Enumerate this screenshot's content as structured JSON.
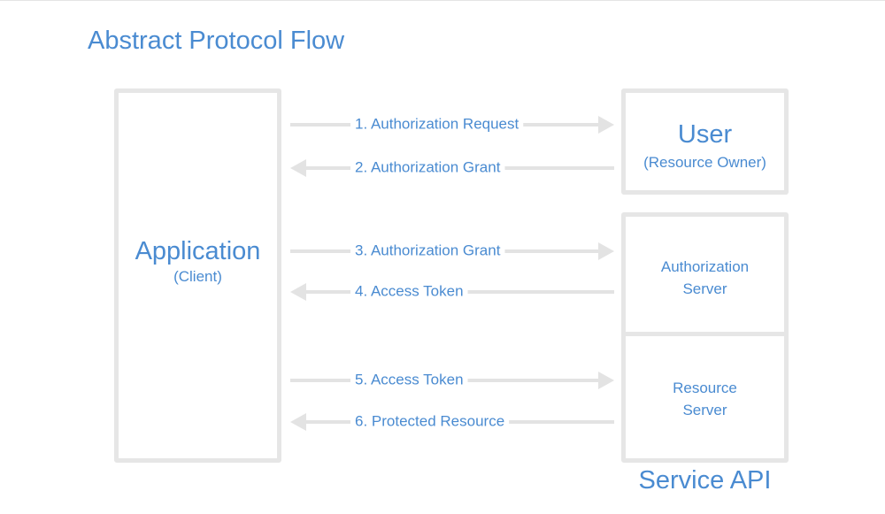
{
  "title": "Abstract Protocol Flow",
  "application": {
    "name": "Application",
    "sub": "(Client)"
  },
  "user": {
    "name": "User",
    "sub": "(Resource Owner)"
  },
  "authorization_server": {
    "line1": "Authorization",
    "line2": "Server"
  },
  "resource_server": {
    "line1": "Resource",
    "line2": "Server"
  },
  "service_label": "Service API",
  "flows": [
    {
      "label": "1. Authorization Request",
      "direction": "right"
    },
    {
      "label": "2. Authorization Grant",
      "direction": "left"
    },
    {
      "label": "3. Authorization Grant",
      "direction": "right"
    },
    {
      "label": "4. Access Token",
      "direction": "left"
    },
    {
      "label": "5. Access Token",
      "direction": "right"
    },
    {
      "label": "6. Protected Resource",
      "direction": "left"
    }
  ],
  "colors": {
    "text": "#4a8bd1",
    "line": "#e3e3e3",
    "box_border": "#e6e6e6"
  }
}
